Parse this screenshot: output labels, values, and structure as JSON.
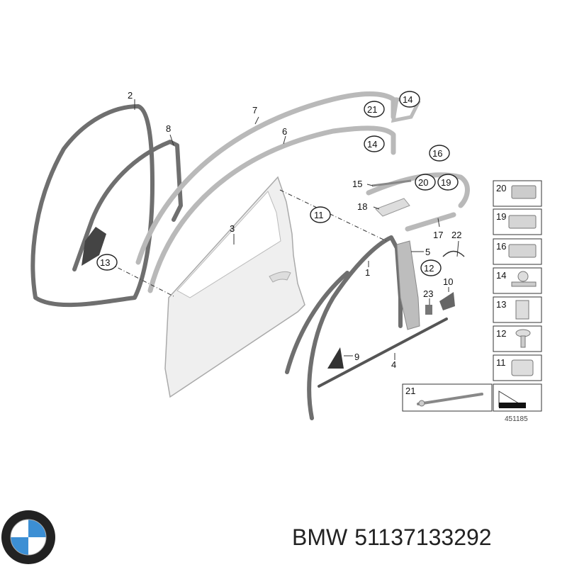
{
  "brand": "BMW",
  "part_number": "51137133292",
  "figure_number": "451185",
  "callouts": [
    {
      "label": "2",
      "circled": false
    },
    {
      "label": "8",
      "circled": false
    },
    {
      "label": "7",
      "circled": false
    },
    {
      "label": "6",
      "circled": false
    },
    {
      "label": "21",
      "circled": true
    },
    {
      "label": "14",
      "circled": true
    },
    {
      "label": "14",
      "circled": true
    },
    {
      "label": "16",
      "circled": true
    },
    {
      "label": "15",
      "circled": false
    },
    {
      "label": "20",
      "circled": true
    },
    {
      "label": "19",
      "circled": true
    },
    {
      "label": "18",
      "circled": false
    },
    {
      "label": "11",
      "circled": true
    },
    {
      "label": "3",
      "circled": false
    },
    {
      "label": "13",
      "circled": true
    },
    {
      "label": "17",
      "circled": false
    },
    {
      "label": "22",
      "circled": false
    },
    {
      "label": "5",
      "circled": false
    },
    {
      "label": "1",
      "circled": false
    },
    {
      "label": "12",
      "circled": true
    },
    {
      "label": "23",
      "circled": false
    },
    {
      "label": "10",
      "circled": false
    },
    {
      "label": "9",
      "circled": false
    },
    {
      "label": "4",
      "circled": false
    }
  ],
  "legend_items": [
    "20",
    "19",
    "16",
    "14",
    "13",
    "12",
    "11",
    "21"
  ],
  "colors": {
    "part_dark": "#6f6f6f",
    "part_light": "#b9b9b9",
    "door_panel": "#eeeeee",
    "logo_blue": "#3c8fd4"
  }
}
